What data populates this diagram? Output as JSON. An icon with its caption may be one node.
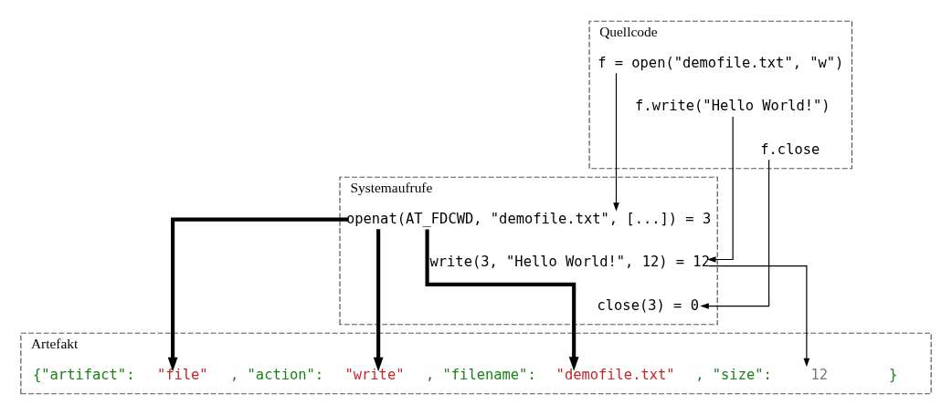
{
  "diagram": {
    "nodes": [
      {
        "text": [
          "Quellcode"
        ]
      },
      {
        "text": [
          "f = open(\"demofile.txt\", \"w\")"
        ],
        "in": 0
      },
      {
        "text": [
          "f.write(\"Hello World!\")"
        ],
        "in": 0
      },
      {
        "text": [
          "f.close"
        ],
        "in": 0
      },
      {
        "text": [
          "Systemaufrufe"
        ]
      },
      {
        "text": [
          "openat(AT_FDCWD, \"demofile.txt\", [...]) = 3"
        ],
        "in": 4
      },
      {
        "text": [
          "write(3, \"Hello World!\", 12) = 12"
        ],
        "in": 4
      },
      {
        "text": [
          "close(3) = 0"
        ],
        "in": 4
      },
      {
        "text": [
          "Artefakt"
        ]
      },
      {
        "text": [
          "\"file\""
        ],
        "in": 8
      },
      {
        "text": [
          "\"write\""
        ],
        "in": 8
      },
      {
        "text": [
          "\"demofile.txt\""
        ],
        "in": 8
      },
      {
        "text": [
          "12"
        ],
        "in": 8
      }
    ],
    "edges": [
      {
        "from": 1,
        "to": 5,
        "arrow": "to"
      },
      {
        "from": 2,
        "to": 6,
        "arrow": "to"
      },
      {
        "from": 3,
        "to": 7,
        "arrow": "to"
      },
      {
        "from": 5,
        "to": 9,
        "arrow": "to",
        "style": "thick"
      },
      {
        "from": 5,
        "to": 10,
        "arrow": "to",
        "style": "thick"
      },
      {
        "from": 5,
        "to": 11,
        "arrow": "to",
        "style": "thick"
      },
      {
        "from": 6,
        "to": 12,
        "arrow": "to"
      }
    ],
    "labels": [
      "{\"artifact\":",
      ", \"action\":",
      ", \"filename\":",
      ", \"size\":",
      "}"
    ]
  }
}
